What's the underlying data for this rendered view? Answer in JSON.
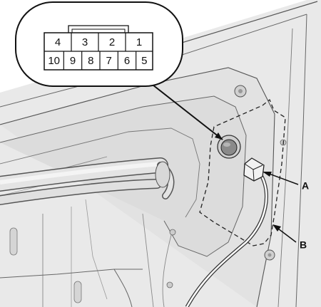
{
  "connector": {
    "top_row": [
      "4",
      "3",
      "2",
      "1"
    ],
    "bottom_row": [
      "10",
      "9",
      "8",
      "7",
      "6",
      "5"
    ]
  },
  "callouts": {
    "a": "A",
    "b": "B"
  }
}
